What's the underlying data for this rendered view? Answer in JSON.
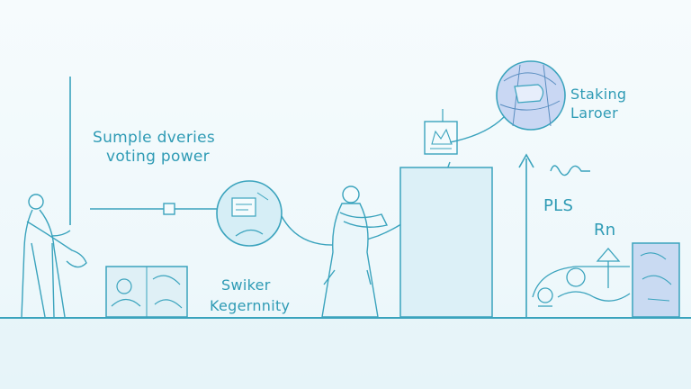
{
  "labels": {
    "voting_line1": "Sumple dveries",
    "voting_line2": "voting power",
    "staking_line1": "Staking",
    "staking_line2": "Laroer",
    "swiker_line1": "Swiker",
    "swiker_line2": "Kegernnity",
    "pls": "PLS",
    "rn": "Rn"
  },
  "colors": {
    "line": "#3aa3bd",
    "accent_fill": "#cfe9f3",
    "coin_fill": "#c9d7f3",
    "background": "#f2fafc"
  }
}
